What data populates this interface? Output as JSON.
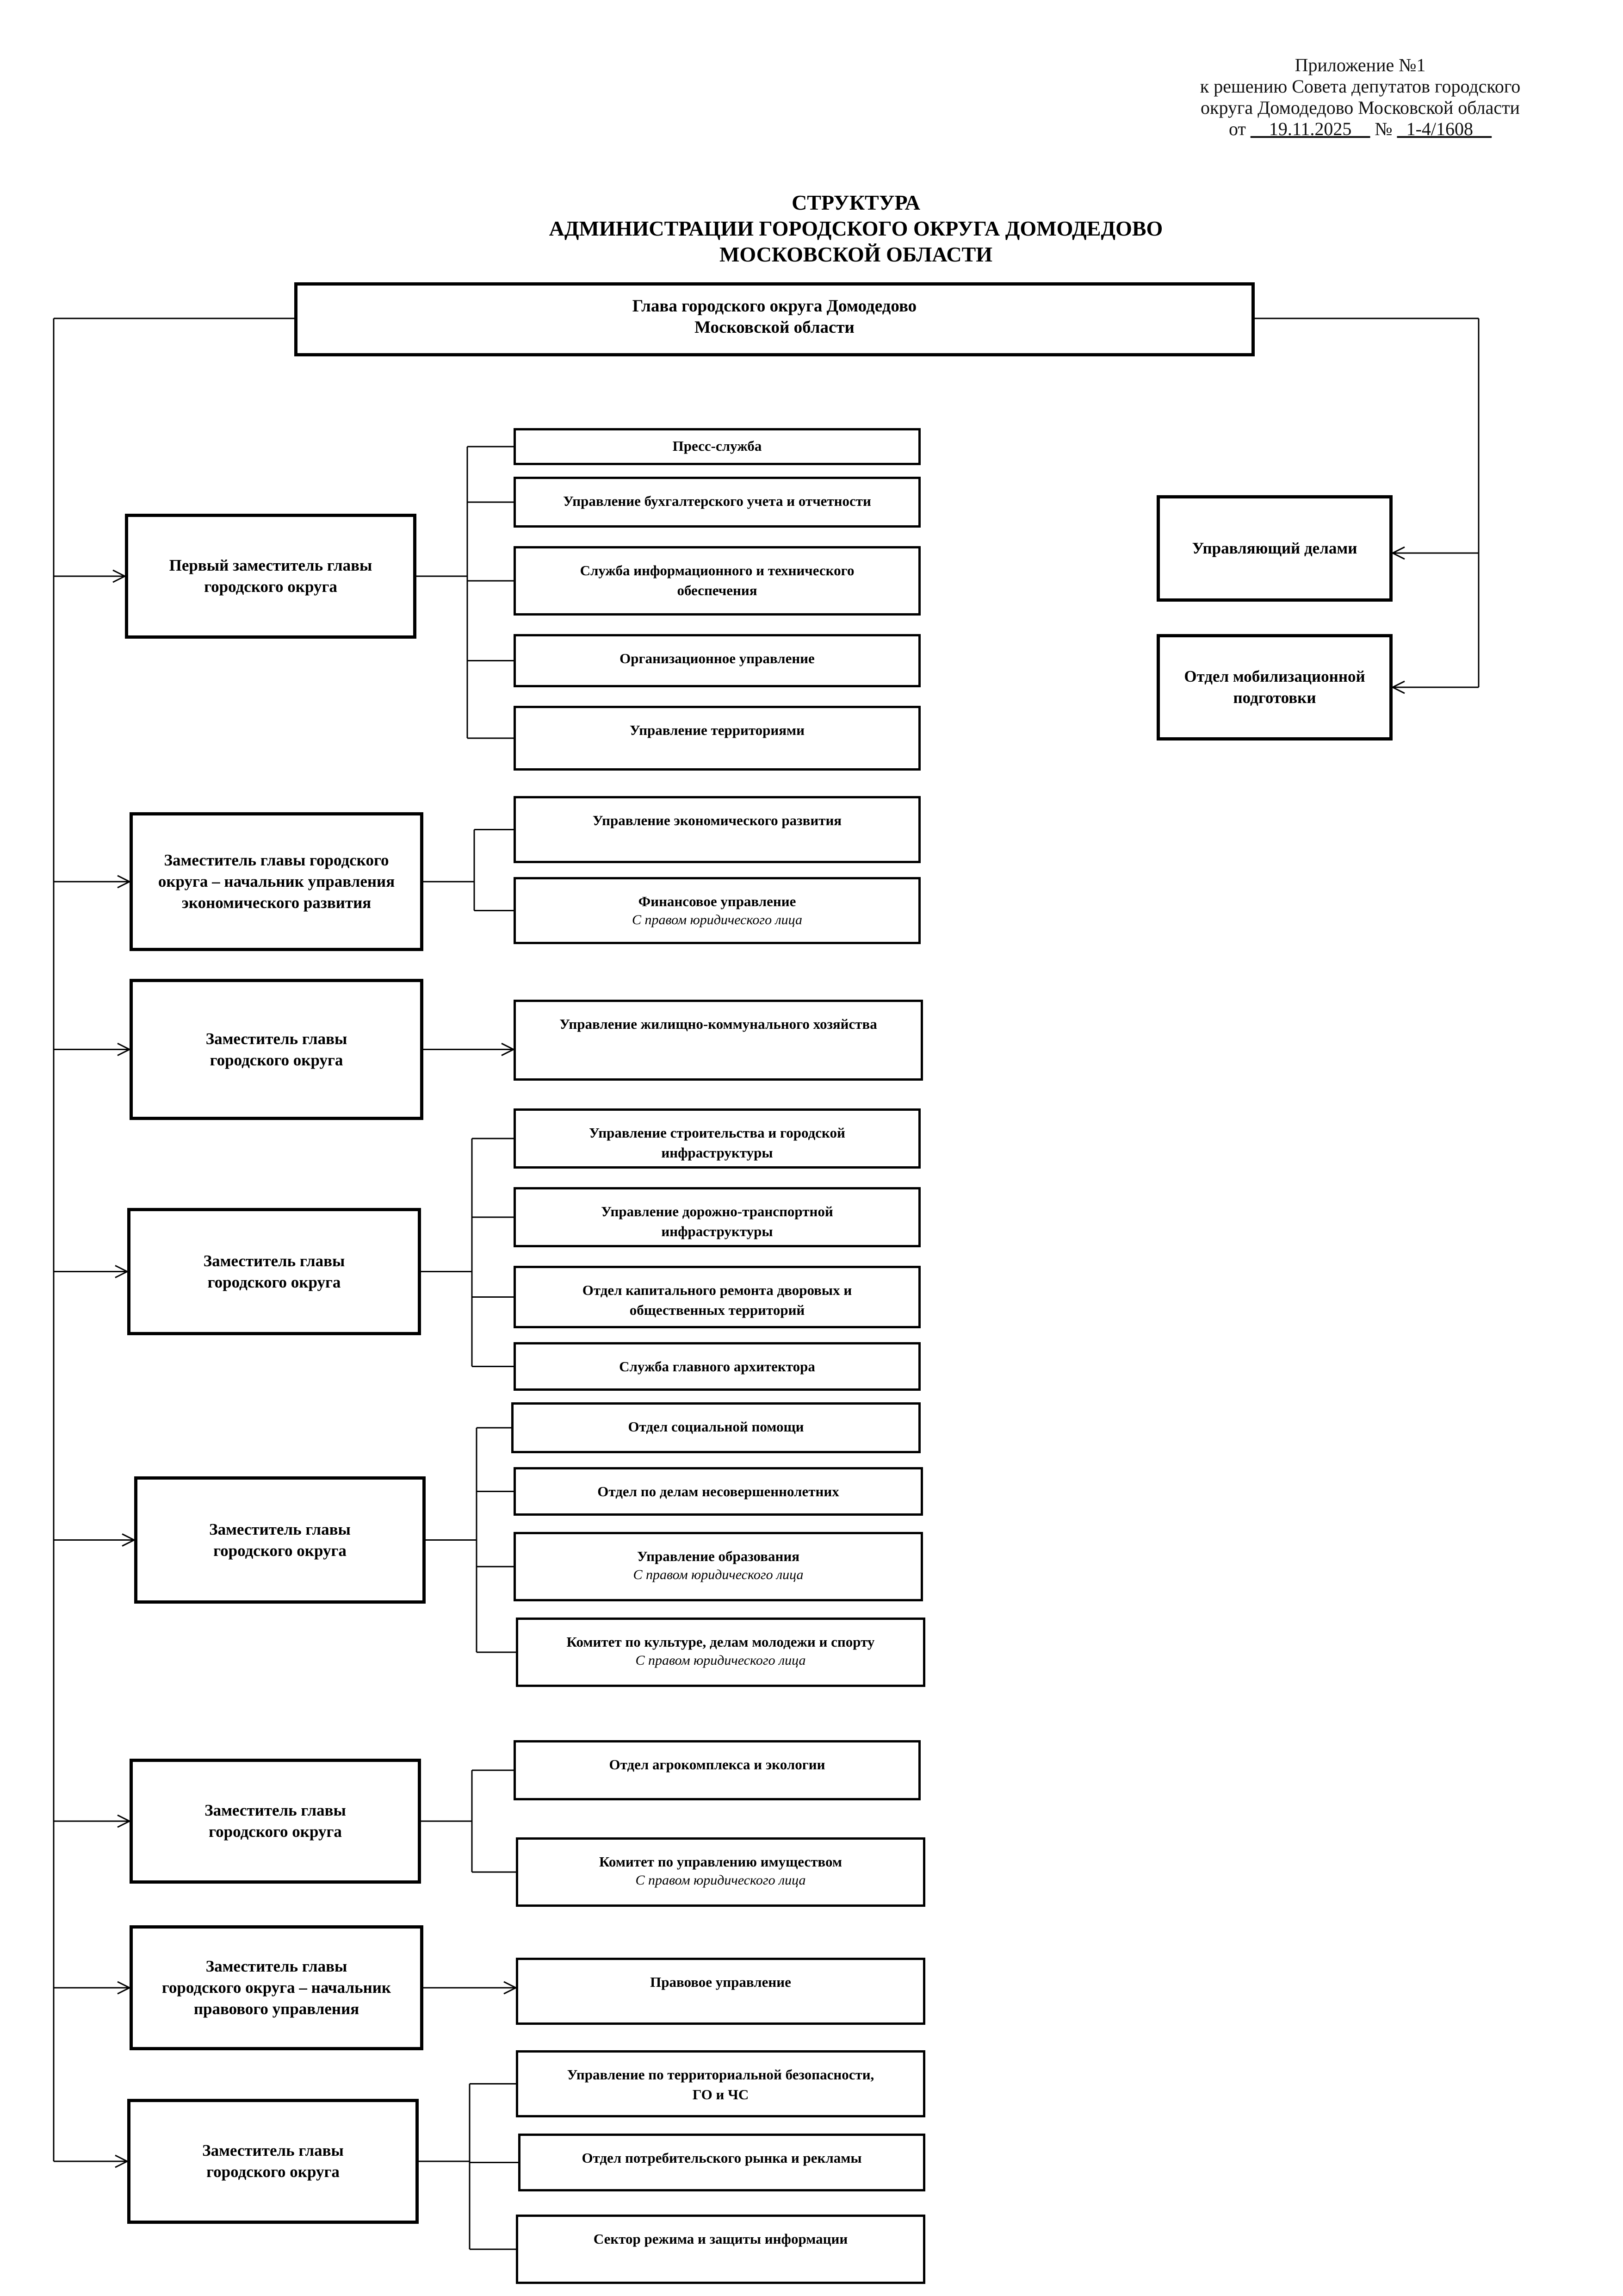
{
  "annex": {
    "line1": "Приложение №1",
    "line2": "к решению Совета депутатов городского",
    "line3": "округа Домодедово Московской области",
    "prefix_from": "от",
    "date": "__19.11.2025__",
    "prefix_no": "№",
    "number": "_1-4/1608__"
  },
  "title": {
    "line1": "СТРУКТУРА",
    "line2": "АДМИНИСТРАЦИИ ГОРОДСКОГО ОКРУГА ДОМОДЕДОВО",
    "line3": "МОСКОВСКОЙ ОБЛАСТИ"
  },
  "head": {
    "label": "Глава городского округа Домодедово\nМосковской области"
  },
  "right": [
    {
      "label": "Управляющий делами"
    },
    {
      "label": "Отдел мобилизационной\nподготовки"
    }
  ],
  "deputies": [
    {
      "label": "Первый заместитель главы\nгородского округа",
      "units": [
        {
          "label": "Пресс-служба"
        },
        {
          "label": "Управление бухгалтерского учета и отчетности"
        },
        {
          "label": "Служба информационного и технического\nобеспечения"
        },
        {
          "label": "Организационное управление"
        },
        {
          "label": "Управление территориями"
        }
      ]
    },
    {
      "label": "Заместитель главы городского\nокруга – начальник управления\nэкономического развития",
      "units": [
        {
          "label": "Управление экономического развития"
        },
        {
          "label": "Финансовое управление",
          "note": "С правом юридического лица"
        }
      ]
    },
    {
      "label": "Заместитель главы\nгородского округа",
      "units": [
        {
          "label": "Управление жилищно-коммунального хозяйства"
        }
      ]
    },
    {
      "label": "Заместитель главы\nгородского округа",
      "units": [
        {
          "label": "Управление строительства и городской\nинфраструктуры"
        },
        {
          "label": "Управление дорожно-транспортной\nинфраструктуры"
        },
        {
          "label": "Отдел капитального ремонта дворовых и\nобщественных территорий"
        },
        {
          "label": "Служба главного архитектора"
        }
      ]
    },
    {
      "label": "Заместитель главы\nгородского округа",
      "units": [
        {
          "label": "Отдел социальной помощи"
        },
        {
          "label": "Отдел по делам несовершеннолетних"
        },
        {
          "label": "Управление образования",
          "note": "С правом юридического лица"
        },
        {
          "label": "Комитет по культуре, делам молодежи и спорту",
          "note": "С правом юридического лица"
        }
      ]
    },
    {
      "label": "Заместитель главы\nгородского округа",
      "units": [
        {
          "label": "Отдел агрокомплекса и экологии"
        },
        {
          "label": "Комитет по управлению имуществом",
          "note": "С правом юридического лица"
        }
      ]
    },
    {
      "label": "Заместитель главы\nгородского округа – начальник\nправового управления",
      "units": [
        {
          "label": "Правовое управление"
        }
      ]
    },
    {
      "label": "Заместитель главы\nгородского округа",
      "units": [
        {
          "label": "Управление по территориальной безопасности,\nГО и ЧС"
        },
        {
          "label": "Отдел потребительского рынка и рекламы"
        },
        {
          "label": "Сектор режима и защиты информации"
        }
      ]
    }
  ]
}
